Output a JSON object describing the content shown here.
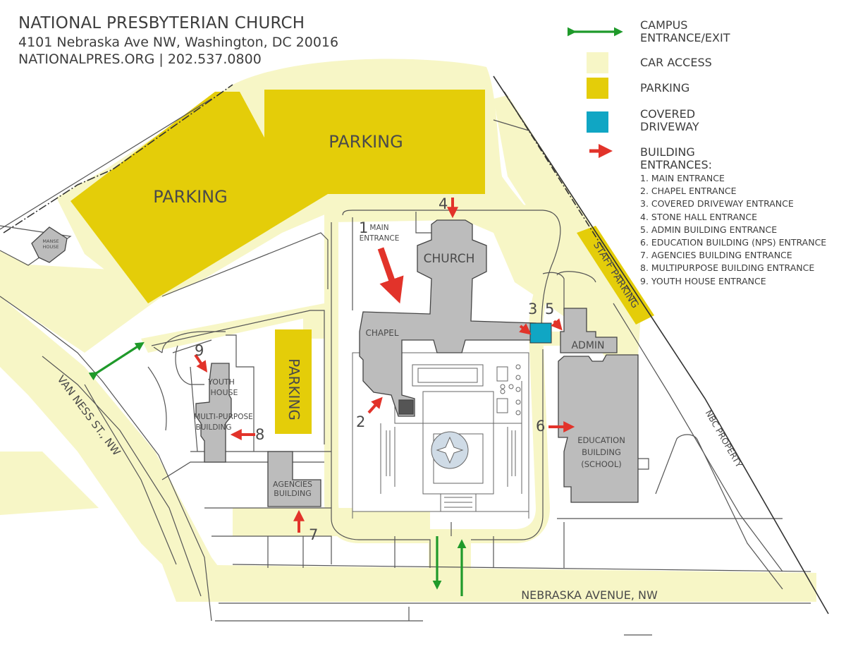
{
  "header": {
    "title": "NATIONAL PRESBYTERIAN CHURCH",
    "address": "4101 Nebraska Ave NW, Washington, DC 20016",
    "web_phone": "NATIONALPRES.ORG  |  202.537.0800"
  },
  "legend": {
    "campus_entrance": "CAMPUS\nENTRANCE/EXIT",
    "car_access": "CAR ACCESS",
    "parking": "PARKING",
    "covered_driveway": "COVERED\nDRIVEWAY",
    "building_entrances": "BUILDING\nENTRANCES:",
    "entrances": [
      "1. MAIN ENTRANCE",
      "2. CHAPEL ENTRANCE",
      "3. COVERED DRIVEWAY ENTRANCE",
      "4. STONE HALL ENTRANCE",
      "5. ADMIN BUILDING ENTRANCE",
      "6. EDUCATION BUILDING (NPS) ENTRANCE",
      "7. AGENCIES BUILDING ENTRANCE",
      "8. MULTIPURPOSE BUILDING ENTRANCE",
      "9. YOUTH HOUSE ENTRANCE"
    ]
  },
  "map": {
    "parking_main_right": "PARKING",
    "parking_main_left": "PARKING",
    "parking_small": "PARKING",
    "staff_parking": "STAFF PARKING",
    "church": "CHURCH",
    "chapel": "CHAPEL",
    "admin": "ADMIN",
    "education_1": "EDUCATION",
    "education_2": "BUILDING",
    "education_3": "(SCHOOL)",
    "youth_1": "YOUTH",
    "youth_2": "HOUSE",
    "multi_1": "MULTI-PURPOSE",
    "multi_2": "BUILDING",
    "agencies_1": "AGENCIES",
    "agencies_2": "BUILDING",
    "manse_1": "MANSE",
    "manse_2": "HOUSE",
    "main_entrance_1": "MAIN",
    "main_entrance_2": "ENTRANCE",
    "van_ness": "VAN NESS ST., NW",
    "nebraska": "NEBRASKA AVENUE, NW",
    "nbc": "NBC PROPERTY",
    "num_1": "1",
    "num_2": "2",
    "num_3": "3",
    "num_4": "4",
    "num_5": "5",
    "num_6": "6",
    "num_7": "7",
    "num_8": "8",
    "num_9": "9"
  },
  "colors": {
    "car_access": "#f7f6c6",
    "parking": "#e4cd09",
    "covered_driveway": "#10a6c4",
    "entrance_arrow": "#e2332a",
    "campus_arrow": "#1f9a2a",
    "building": "#bcbcbc"
  }
}
